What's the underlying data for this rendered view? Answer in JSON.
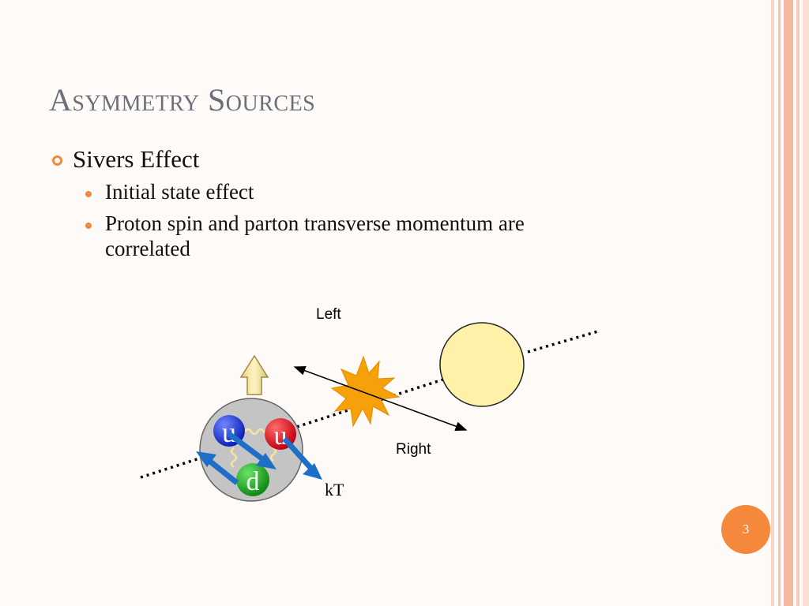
{
  "slide": {
    "title": "Asymmetry Sources",
    "page_number": "3"
  },
  "bullets": {
    "level1": "Sivers Effect",
    "level2": [
      "Initial state effect",
      "Proton spin and parton transverse momentum are",
      "correlated"
    ]
  },
  "diagram": {
    "label_left": "Left",
    "label_right": "Right",
    "label_kt": "kT",
    "quarks": [
      "u",
      "u",
      "d"
    ]
  },
  "colors": {
    "accent": "#f08a3e",
    "title": "#6b6f78",
    "stripe": "#f4c6b3"
  }
}
